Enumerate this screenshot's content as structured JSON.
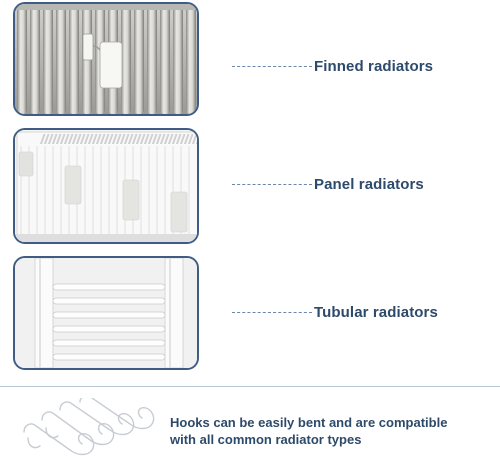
{
  "radiators": [
    {
      "label": "Finned radiators"
    },
    {
      "label": "Panel radiators"
    },
    {
      "label": "Tubular radiators"
    }
  ],
  "footer": {
    "line1": "Hooks can be easily bent and are compatible",
    "line2": "with all common radiator types"
  },
  "colors": {
    "frame_border": "#3f5d84",
    "label_text": "#2e4a6b",
    "dashed_connector": "#6b86a8"
  },
  "icons": {
    "hooks": "bent-hooks-outline-icon"
  }
}
